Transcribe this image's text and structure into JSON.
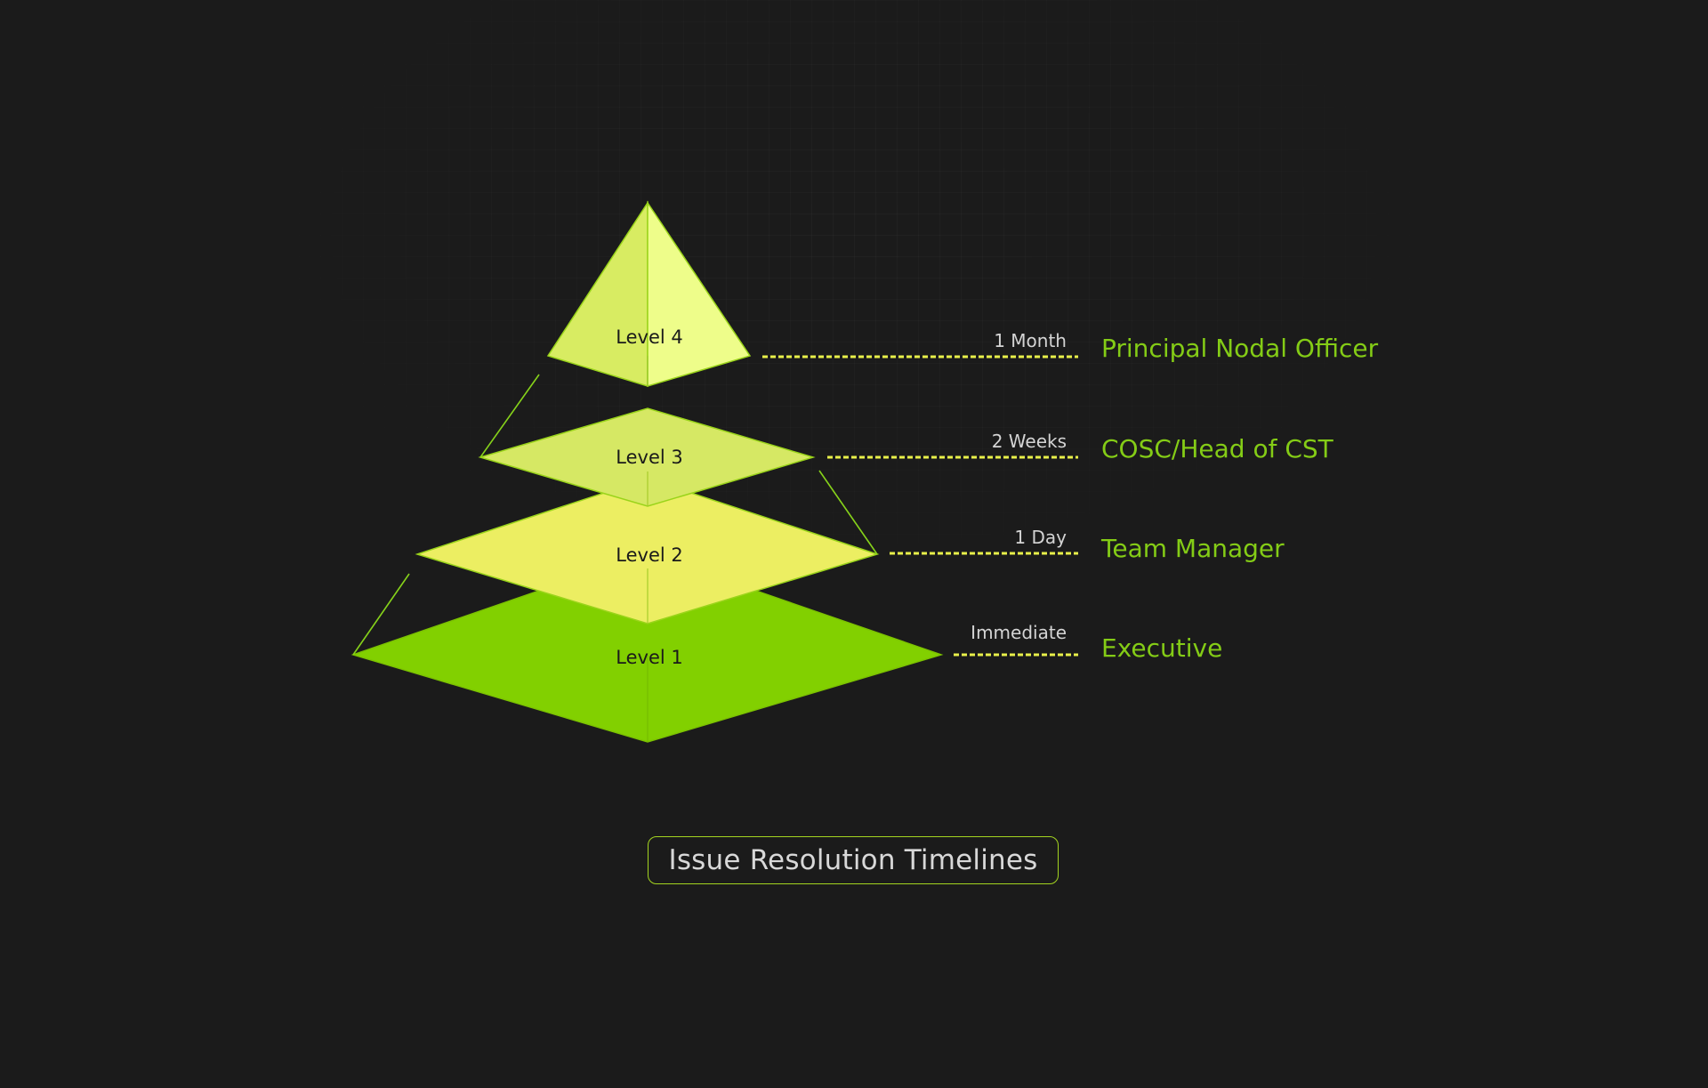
{
  "title": "Issue Resolution Timelines",
  "colors": {
    "background": "#1b1b1b",
    "accent": "#84cc16",
    "level1": "#82d000",
    "level2": "#ecee62",
    "level3": "#d6e864",
    "level4_left": "#d8ec62",
    "level4_right": "#eefd8a",
    "connector": "#e8f04a"
  },
  "levels": [
    {
      "label": "Level 1",
      "timeline": "Immediate",
      "role": "Executive"
    },
    {
      "label": "Level 2",
      "timeline": "1 Day",
      "role": "Team Manager"
    },
    {
      "label": "Level 3",
      "timeline": "2 Weeks",
      "role": "COSC/Head of CST"
    },
    {
      "label": "Level 4",
      "timeline": "1 Month",
      "role": "Principal Nodal Officer"
    }
  ]
}
